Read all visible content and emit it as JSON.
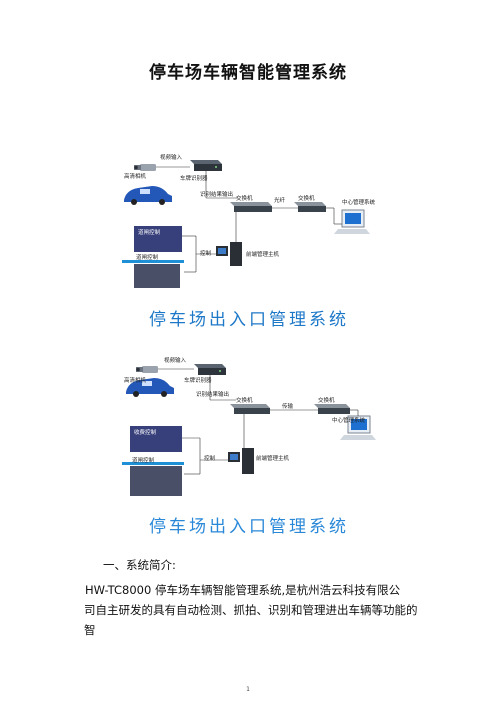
{
  "doc": {
    "title": "停车场车辆智能管理系统",
    "section_heading": "一、系统简介:",
    "paragraph_line1": "HW-TC8000  停车场车辆智能管理系统,是杭州浩云科技有限公",
    "paragraph_line2": "司自主研发的具有自动检测、抓拍、识别和管理进出车辆等功能的智",
    "page_number": "1"
  },
  "figure1": {
    "caption": "停车场出入口管理系统",
    "labels": {
      "video_in": "视频输入",
      "camera": "高清相机",
      "recognizer": "车牌识别器",
      "result_out": "识别结果输出",
      "switch1": "交换机",
      "fiber": "光纤",
      "switch2": "交换机",
      "center": "中心管理系统",
      "gate_control": "道闸控制",
      "barrier": "道闸控制",
      "control": "控制",
      "front_host": "前端管理主机"
    }
  },
  "figure2": {
    "caption": "停车场出入口管理系统",
    "labels": {
      "video_in": "视频输入",
      "camera": "高清相机",
      "recognizer": "车牌识别器",
      "result_out": "识别结果输出",
      "switch1": "交换机",
      "fiber": "传输",
      "switch2": "交换机",
      "center": "中心管理系统",
      "gate_control": "收费控制",
      "barrier": "道闸控制",
      "control": "控制",
      "front_host": "前端管理主机"
    }
  }
}
